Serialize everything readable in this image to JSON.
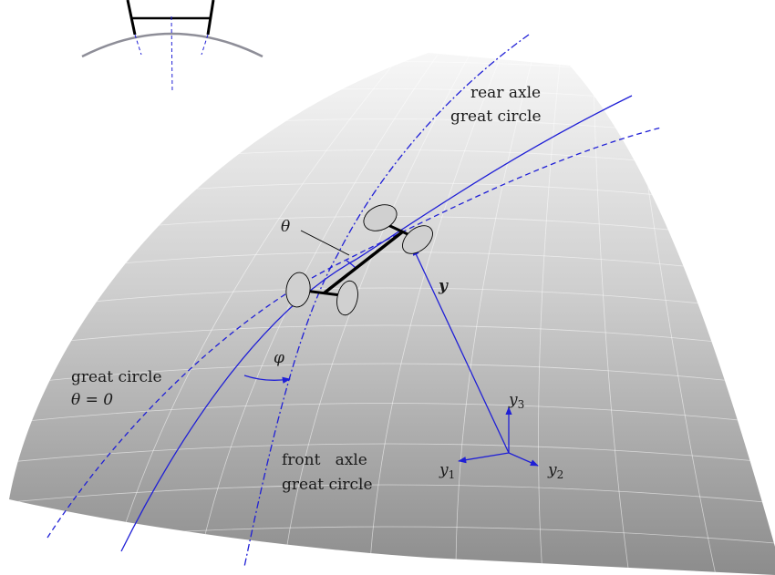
{
  "labels": {
    "rear_axle_line1": "rear axle",
    "rear_axle_line2": "great circle",
    "theta": "θ",
    "y_vector": "y",
    "phi": "φ",
    "great_circle_line1": "great circle",
    "great_circle_line2": "θ = 0",
    "front_axle_line1": "front   axle",
    "front_axle_line2": "great circle",
    "y1_base": "y",
    "y1_sub": "1",
    "y2_base": "y",
    "y2_sub": "2",
    "y3_base": "y",
    "y3_sub": "3"
  },
  "colors": {
    "curve_blue": "#1f1fd6",
    "vehicle_fill": "#d0d0d0",
    "sphere_light": "#f6f6f6",
    "sphere_dark": "#8a8a8a"
  },
  "icons": {
    "vehicle": "two-axle-vehicle-icon",
    "inset": "vehicle-on-arc-inset-icon"
  }
}
